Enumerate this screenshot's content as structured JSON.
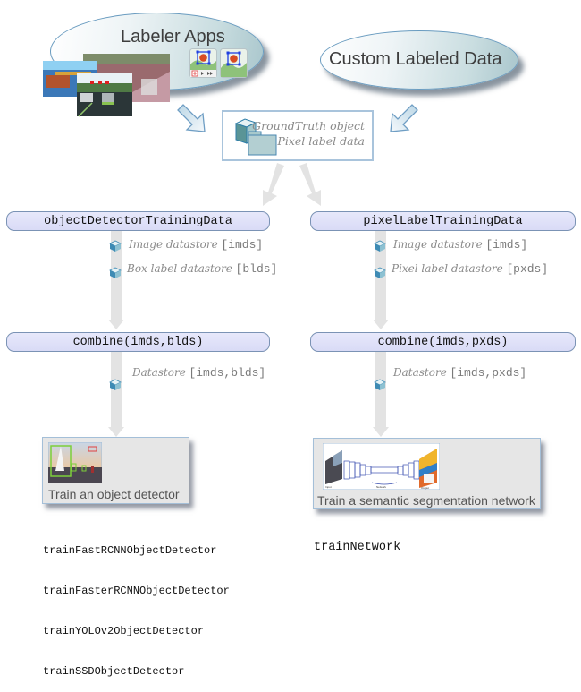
{
  "sources": {
    "labeler_apps": {
      "label": "Labeler Apps",
      "icons": [
        "video-labeler-icon",
        "image-labeler-icon"
      ]
    },
    "custom_data": {
      "label": "Custom Labeled Data"
    }
  },
  "ground_truth": {
    "line1": "GroundTruth object",
    "line2": "Pixel label data",
    "icon": "cube-folder-icon"
  },
  "left_branch": {
    "training_data_fn": "objectDetectorTrainingData",
    "outputs": [
      {
        "label": "Image datastore",
        "var": "[imds]"
      },
      {
        "label": "Box label datastore",
        "var": "[blds]"
      }
    ],
    "combine_fn": "combine(imds,blds)",
    "combined": {
      "label": "Datastore",
      "var": "[imds,blds]"
    },
    "task": "Train an object detector",
    "functions": [
      "trainFastRCNNObjectDetector",
      "trainFasterRCNNObjectDetector",
      "trainYOLOv2ObjectDetector",
      "trainSSDObjectDetector"
    ]
  },
  "right_branch": {
    "training_data_fn": "pixelLabelTrainingData",
    "outputs": [
      {
        "label": "Image datastore",
        "var": "[imds]"
      },
      {
        "label": "Pixel label datastore",
        "var": "[pxds]"
      }
    ],
    "combine_fn": "combine(imds,pxds)",
    "combined": {
      "label": "Datastore",
      "var": "[imds,pxds]"
    },
    "task": "Train a semantic segmentation network",
    "functions": [
      "trainNetwork"
    ]
  },
  "colors": {
    "pill_fill": "#dfe0f8",
    "pill_border": "#7b93b5",
    "connector": "#e3e3e3",
    "arrow_blue": "#6f9ec4",
    "label_gray": "#8a8a8a"
  }
}
